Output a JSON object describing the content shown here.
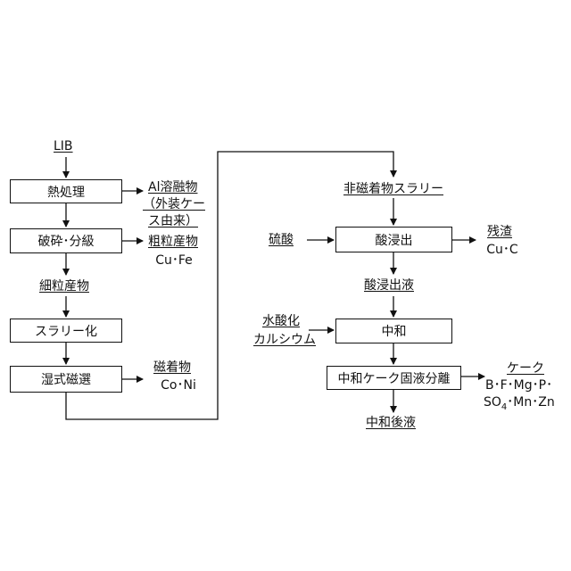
{
  "inputs": {
    "lib": "LIB",
    "sulfuric_acid": "硫酸",
    "calcium_hydroxide_1": "水酸化",
    "calcium_hydroxide_2": "カルシウム"
  },
  "processes": {
    "heat_treatment": "熱処理",
    "crush_classify": "破砕･分級",
    "slurry": "スラリー化",
    "wet_magnetic": "湿式磁選",
    "acid_leach": "酸浸出",
    "neutralize": "中和",
    "cake_separation": "中和ケーク固液分離"
  },
  "products": {
    "al_melt_1": "Al溶融物",
    "al_melt_2": "（外装ケー",
    "al_melt_3": "ス由来）",
    "coarse_1": "粗粒産物",
    "coarse_2": "Cu･Fe",
    "fine": "細粒産物",
    "magnetic_1": "磁着物",
    "magnetic_2": "Co･Ni",
    "non_magnetic": "非磁着物スラリー",
    "residue_1": "残渣",
    "residue_2": "Cu･C",
    "leachate": "酸浸出液",
    "cake_1": "ケーク",
    "cake_2": "B･F･Mg･P･",
    "cake_3_a": "SO",
    "cake_3_sub": "4",
    "cake_3_b": "･Mn･Zn",
    "neutralized_liquid": "中和後液"
  }
}
